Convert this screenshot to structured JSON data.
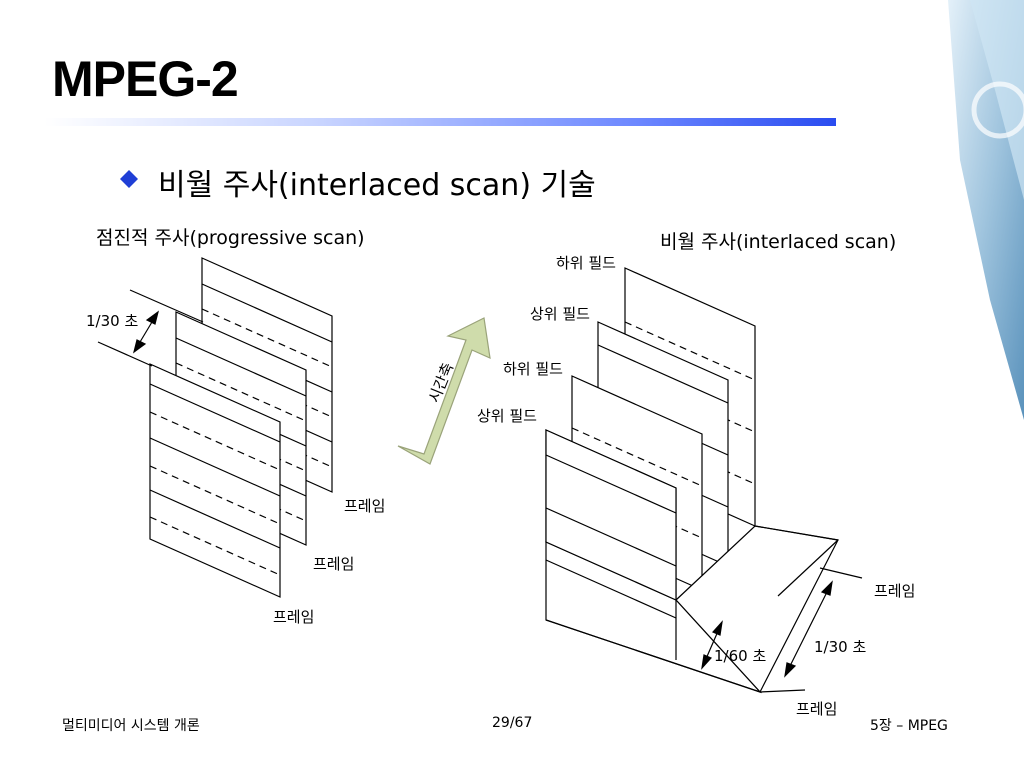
{
  "slide": {
    "title": "MPEG-2",
    "bullet": "비월 주사(interlaced scan) 기술"
  },
  "left_diagram": {
    "caption": "점진적 주사(progressive scan)",
    "interval": "1/30 초",
    "frame_labels": [
      "프레임",
      "프레임",
      "프레임"
    ]
  },
  "arrow_label": "시간축",
  "right_diagram": {
    "caption": "비월 주사(interlaced scan)",
    "field_labels": [
      "하위 필드",
      "상위 필드",
      "하위 필드",
      "상위 필드"
    ],
    "frame_labels": [
      "프레임",
      "프레임"
    ],
    "field_interval": "1/60 초",
    "frame_interval": "1/30 초"
  },
  "footer": {
    "course": "멀티미디어 시스템 개론",
    "page": "29/67",
    "chapter": "5장 – MPEG"
  },
  "colors": {
    "arrow_fill": "#cfdcab",
    "bullet": "#1f3fd6",
    "rule_end": "#2a4cf0"
  }
}
